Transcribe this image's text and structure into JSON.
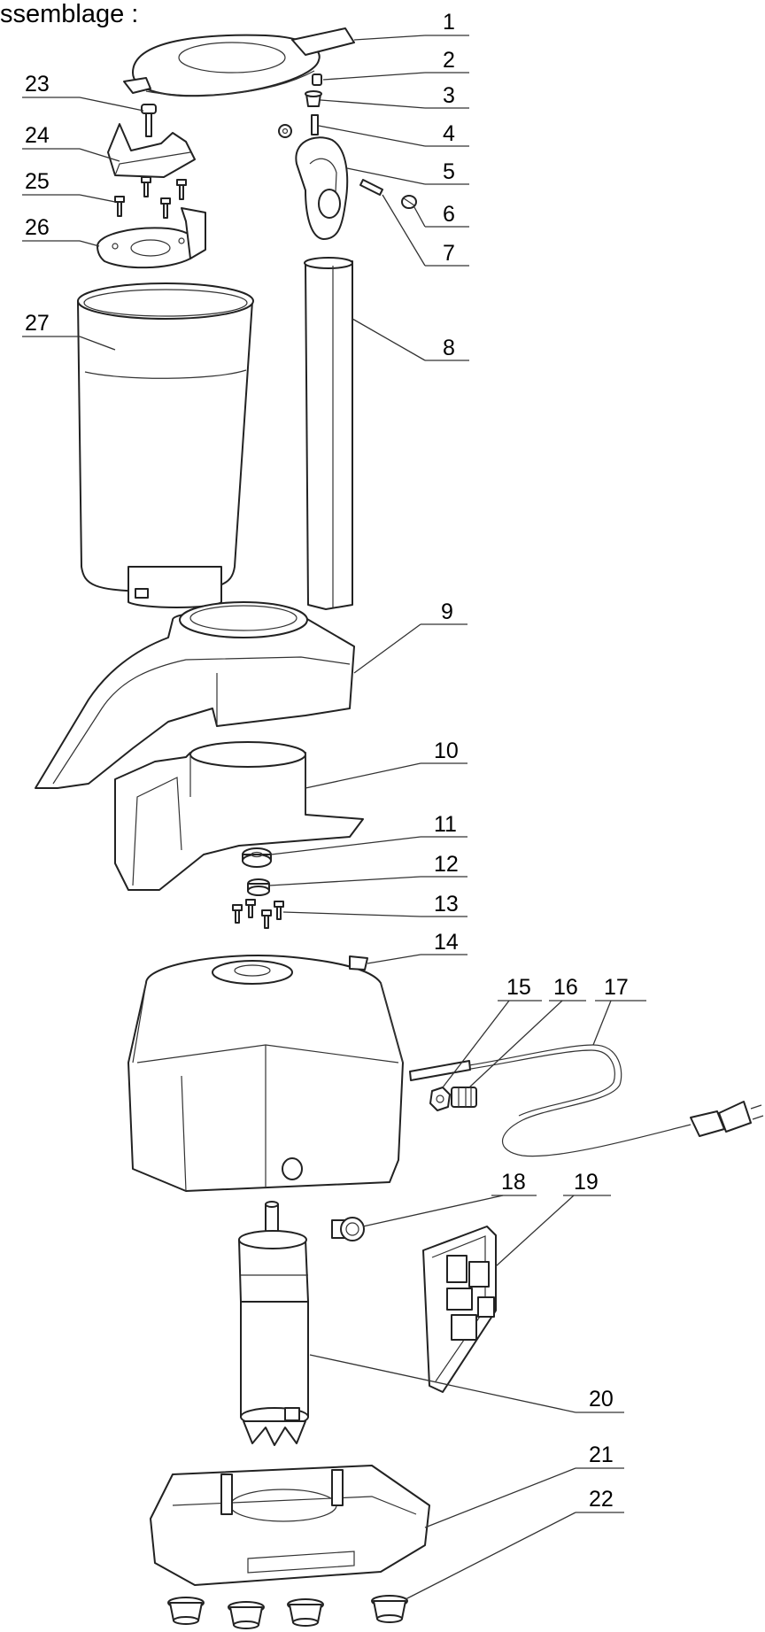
{
  "header": "ssemblage :",
  "callouts": [
    {
      "id": "1",
      "label": "1"
    },
    {
      "id": "2",
      "label": "2"
    },
    {
      "id": "3",
      "label": "3"
    },
    {
      "id": "4",
      "label": "4"
    },
    {
      "id": "5",
      "label": "5"
    },
    {
      "id": "6",
      "label": "6"
    },
    {
      "id": "7",
      "label": "7"
    },
    {
      "id": "8",
      "label": "8"
    },
    {
      "id": "9",
      "label": "9"
    },
    {
      "id": "10",
      "label": "10"
    },
    {
      "id": "11",
      "label": "11"
    },
    {
      "id": "12",
      "label": "12"
    },
    {
      "id": "13",
      "label": "13"
    },
    {
      "id": "14",
      "label": "14"
    },
    {
      "id": "15",
      "label": "15"
    },
    {
      "id": "16",
      "label": "16"
    },
    {
      "id": "17",
      "label": "17"
    },
    {
      "id": "18",
      "label": "18"
    },
    {
      "id": "19",
      "label": "19"
    },
    {
      "id": "20",
      "label": "20"
    },
    {
      "id": "21",
      "label": "21"
    },
    {
      "id": "22",
      "label": "22"
    },
    {
      "id": "23",
      "label": "23"
    },
    {
      "id": "24",
      "label": "24"
    },
    {
      "id": "25",
      "label": "25"
    },
    {
      "id": "26",
      "label": "26"
    },
    {
      "id": "27",
      "label": "27"
    }
  ]
}
